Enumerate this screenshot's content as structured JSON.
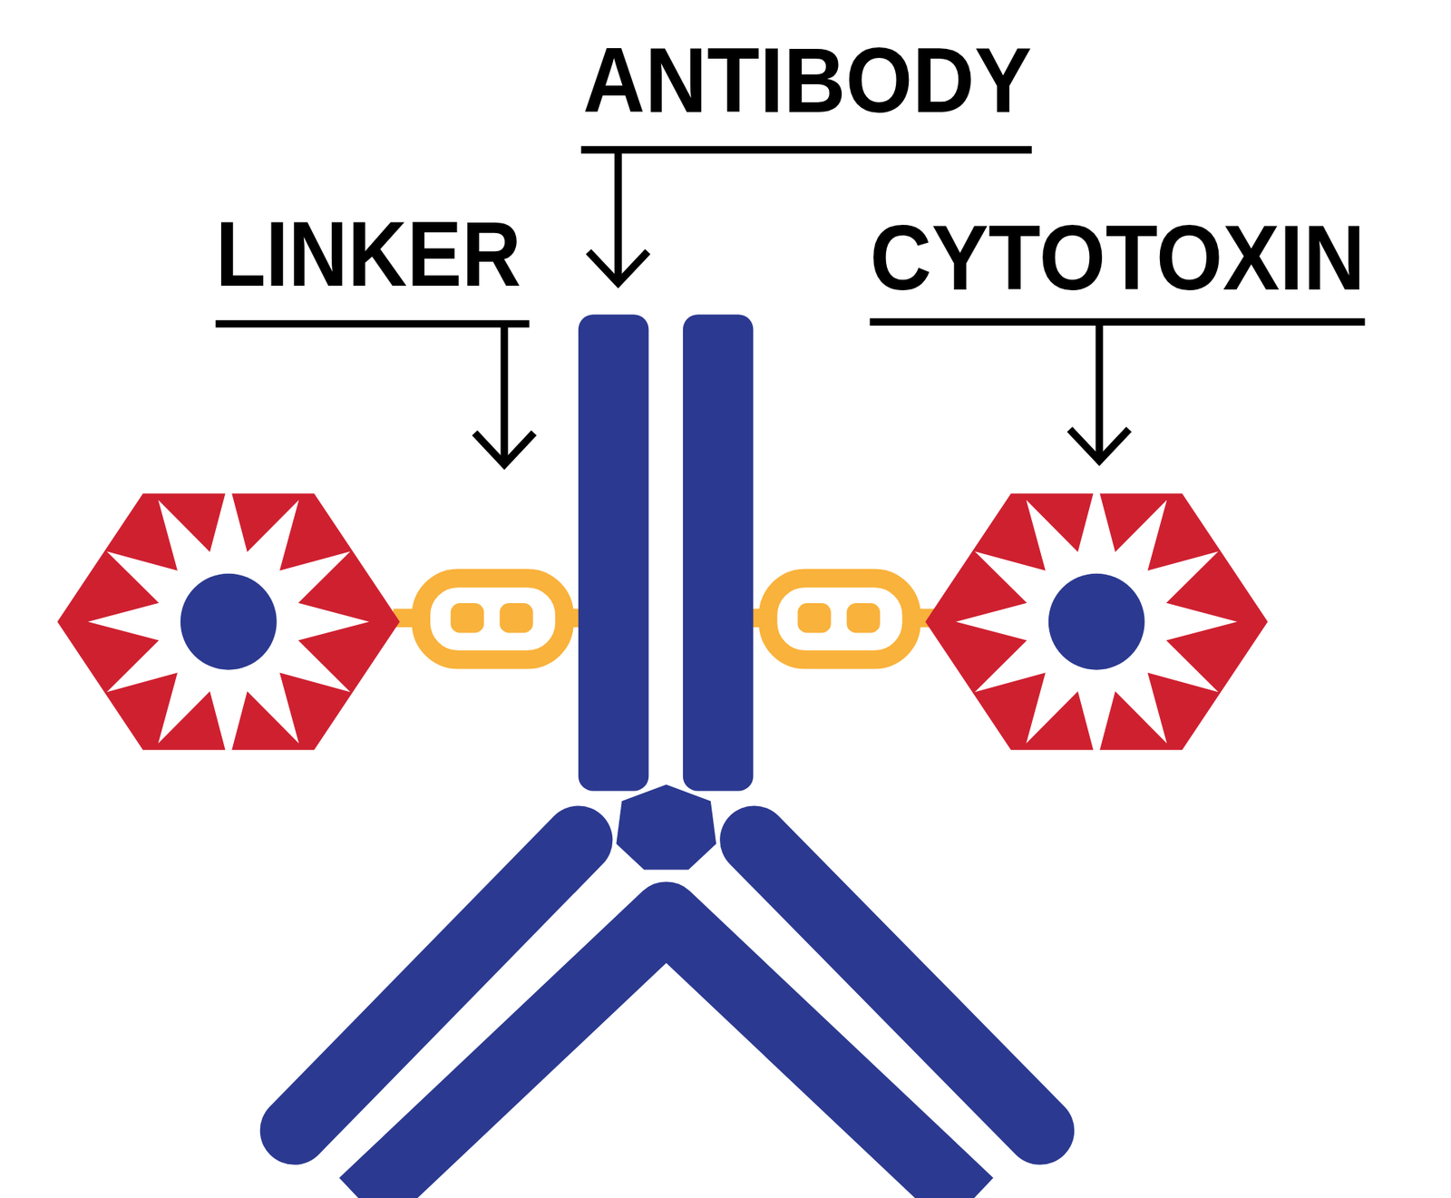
{
  "diagram": {
    "labels": [
      "ANTIBODY",
      "LINKER",
      "CYTOTOXIN"
    ]
  }
}
